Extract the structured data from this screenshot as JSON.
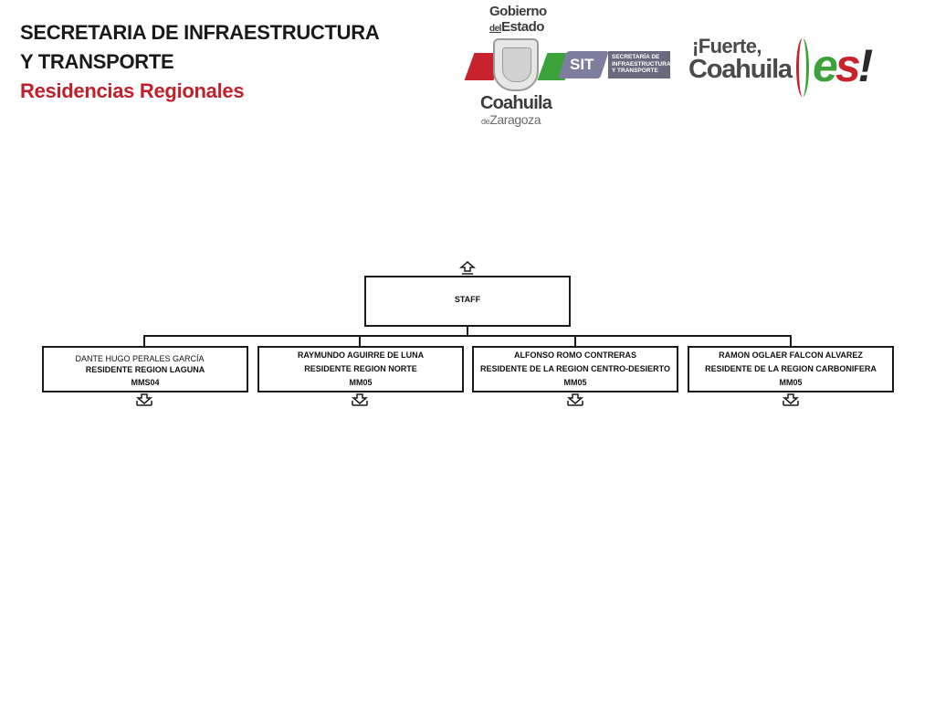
{
  "header": {
    "line1": "SECRETARIA DE INFRAESTRUCTURA",
    "line2": "Y TRANSPORTE",
    "line3": "Residencias Regionales",
    "accent_color": "#c0202a"
  },
  "logos": {
    "gobierno": {
      "line1": "Gobierno",
      "line2_small": "del",
      "line2": "Estado",
      "name": "Coahuila",
      "sub_small": "de",
      "sub": "Zaragoza"
    },
    "sit": {
      "badge": "SIT",
      "lines": [
        "SECRETARÍA DE",
        "INFRAESTRUCTURA",
        "Y TRANSPORTE"
      ]
    },
    "fuerte": {
      "line1": "¡Fuerte,",
      "line2": "Coahuila",
      "es_e": "e",
      "es_s": "s",
      "es_excl": "!"
    }
  },
  "org": {
    "staff": "STAFF",
    "residencias": [
      {
        "name": "DANTE HUGO PERALES GARCÍA",
        "title": "RESIDENTE REGION LAGUNA",
        "code": "MMS04"
      },
      {
        "name": "RAYMUNDO AGUIRRE DE LUNA",
        "title": "RESIDENTE REGION NORTE",
        "code": "MM05"
      },
      {
        "name": "ALFONSO ROMO CONTRERAS",
        "title": "RESIDENTE DE LA REGION CENTRO-DESIERTO",
        "code": "MM05"
      },
      {
        "name": "RAMON OGLAER FALCON ALVAREZ",
        "title": "RESIDENTE DE LA REGION CARBONIFERA",
        "code": "MM05"
      }
    ]
  }
}
